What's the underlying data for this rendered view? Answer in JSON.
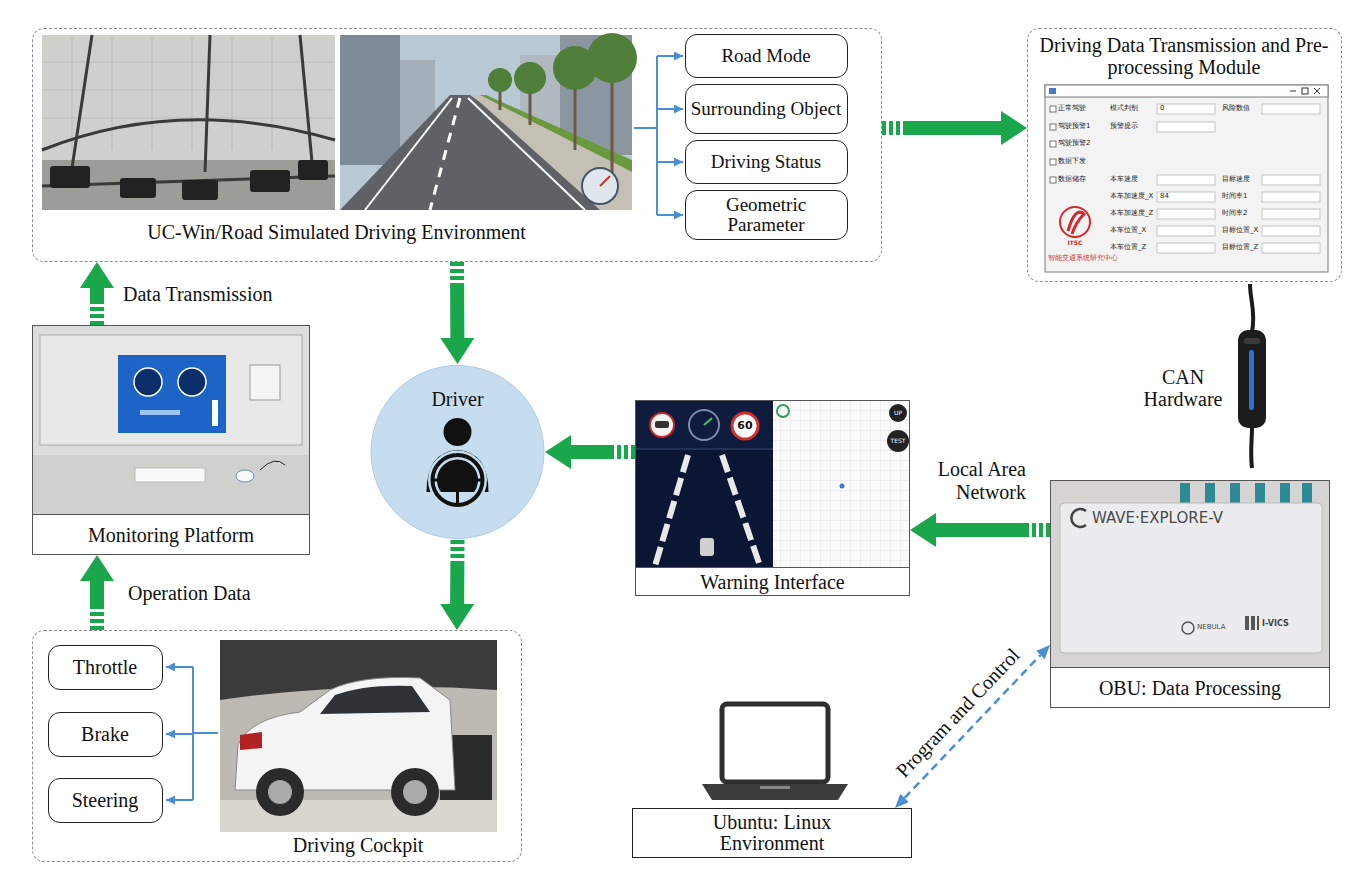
{
  "diagram": {
    "nodes": [
      {
        "text": [
          "UC-Win/Road Simulated Driving Environment"
        ]
      },
      {
        "text": [
          "Road Mode"
        ],
        "in": 0
      },
      {
        "text": [
          "Surrounding Object"
        ],
        "in": 0
      },
      {
        "text": [
          "Driving Status"
        ],
        "in": 0
      },
      {
        "text": [
          "Geometric Parameter"
        ],
        "in": 0
      },
      {
        "text": [
          "Driving Data Transmission and Pre-processing Module"
        ]
      },
      {
        "text": [
          "Monitoring Platform"
        ]
      },
      {
        "text": [
          "Driver"
        ]
      },
      {
        "text": [
          "Warning Interface"
        ]
      },
      {
        "text": [
          "OBU: Data Processing"
        ]
      },
      {
        "text": [
          "Driving Cockpit"
        ]
      },
      {
        "text": [
          "Throttle"
        ],
        "in": 10
      },
      {
        "text": [
          "Brake"
        ],
        "in": 10
      },
      {
        "text": [
          "Steering"
        ],
        "in": 10
      },
      {
        "text": [
          "Ubuntu: Linux Environment"
        ]
      }
    ],
    "edges": [
      {
        "from": 0,
        "to": 5,
        "arrow": "to"
      },
      {
        "from": 0,
        "to": 7,
        "arrow": "to"
      },
      {
        "from": 7,
        "to": 10,
        "arrow": "to"
      },
      {
        "from": 6,
        "to": 0,
        "arrow": "to",
        "label": "Data Transmission"
      },
      {
        "from": 10,
        "to": 6,
        "arrow": "to",
        "label": "Operation Data"
      },
      {
        "from": 8,
        "to": 7,
        "arrow": "to"
      },
      {
        "from": 9,
        "to": 8,
        "arrow": "to",
        "label": "Local Area Network"
      },
      {
        "from": 14,
        "to": 9,
        "arrow": "both",
        "label": "Program and Control"
      }
    ],
    "labels": [
      "CAN Hardware",
      "60",
      "UP",
      "TEST",
      "WAVE·EXPLORE-V",
      "NEBULA",
      "I-VICS",
      "正常驾驶",
      "驾驶预警1",
      "驾驶预警2",
      "数据下发",
      "数据储存",
      "模式判别",
      "预警提示",
      "本车速度",
      "本车加速度_X",
      "本车加速度_Z",
      "本车位置_X",
      "本车位置_Z",
      "风险数值",
      "目标速度",
      "时间率1",
      "时间率2",
      "目标位置_X",
      "目标位置_Z",
      "0",
      "84",
      "ITSC",
      "智能交通系统研究中心"
    ]
  }
}
